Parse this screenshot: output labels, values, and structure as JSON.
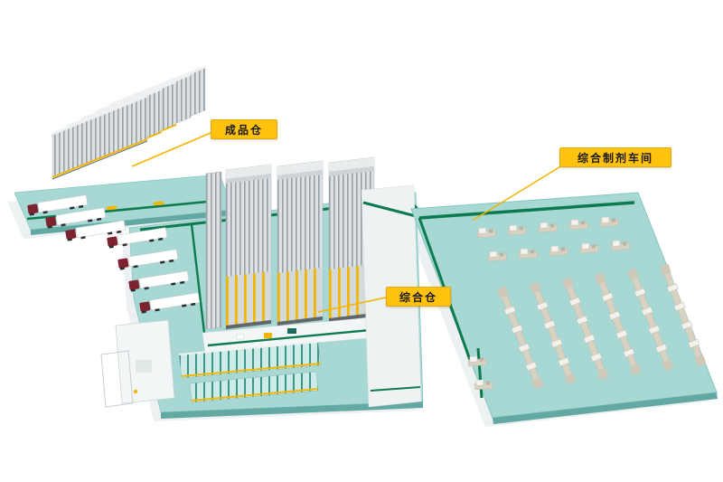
{
  "page": {
    "background": "#ffffff",
    "description": "Isometric pharmaceutical factory logistics diagram with two AS/RS warehouses, docks with trucks, conveyors and a preparation workshop"
  },
  "callouts": [
    {
      "id": "finished-goods-warehouse",
      "label": "成品仓"
    },
    {
      "id": "comprehensive-warehouse",
      "label": "综合仓"
    },
    {
      "id": "comprehensive-preparation-workshop",
      "label": "综合制剂车间"
    }
  ],
  "colors": {
    "callout_bg": "#ffc20e",
    "callout_text": "#1a1a1a",
    "leader_line": "#f5b400",
    "platform_top": "#a7d8d3",
    "platform_side": "#63a8a3",
    "conveyor_green": "#0e7a4f",
    "rack_steel": "#98a0a6",
    "rack_post_yellow": "#f2b705",
    "truck_cab": "#7e2230",
    "truck_trailer": "#ffffff",
    "machine_beige": "#d8d2c3",
    "shadow": "#e9eef0"
  }
}
